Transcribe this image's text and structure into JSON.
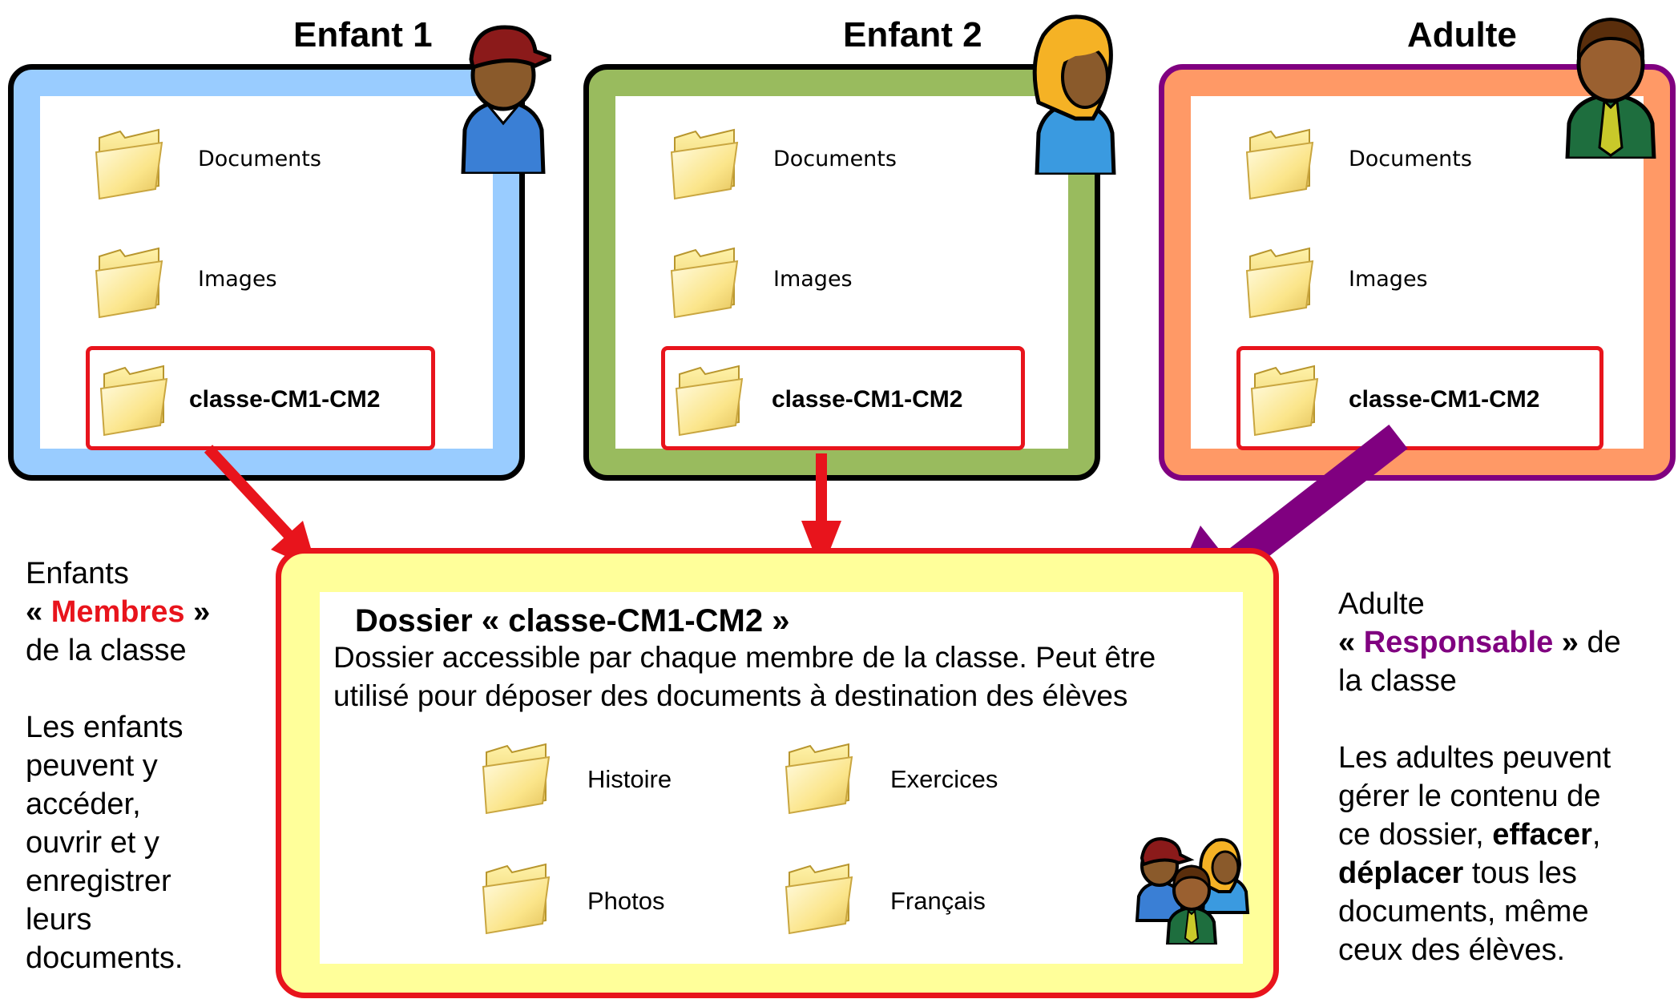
{
  "panels": [
    {
      "title": "Enfant 1",
      "color": "#99ccff",
      "items": [
        "Documents",
        "Images"
      ],
      "shared": "classe-CM1-CM2"
    },
    {
      "title": "Enfant 2",
      "color": "#99bb5e",
      "items": [
        "Documents",
        "Images"
      ],
      "shared": "classe-CM1-CM2"
    },
    {
      "title": "Adulte",
      "color": "#ff9966",
      "border": "#800080",
      "items": [
        "Documents",
        "Images"
      ],
      "shared": "classe-CM1-CM2"
    }
  ],
  "left_note": {
    "line1": "Enfants",
    "quote_open": "«",
    "role": "Membres",
    "quote_close": "»",
    "line3": "de la classe",
    "desc": [
      "Les enfants",
      "peuvent y",
      "accéder,",
      "ouvrir et y",
      "enregistrer",
      "leurs",
      "documents."
    ]
  },
  "right_note": {
    "line1": "Adulte",
    "quote_open": "«",
    "role": "Responsable",
    "quote_close": "»",
    "de": "de",
    "line3": "la classe",
    "desc1": "Les adultes peuvent",
    "desc2": "gérer le contenu de",
    "desc3a": "ce dossier,",
    "desc3b": "effacer",
    "desc3c": ",",
    "desc4a": "déplacer",
    "desc4b": "tous les",
    "desc5": "documents, même",
    "desc6": "ceux des élèves."
  },
  "center": {
    "title": "Dossier « classe-CM1-CM2 »",
    "text": "Dossier accessible par chaque membre de la classe. Peut être utilisé pour déposer des documents à destination des élèves",
    "folders": [
      "Histoire",
      "Exercices",
      "Photos",
      "Français"
    ]
  },
  "colors": {
    "red": "#e8141c",
    "purple": "#800080",
    "yellow": "#ffff9a"
  }
}
